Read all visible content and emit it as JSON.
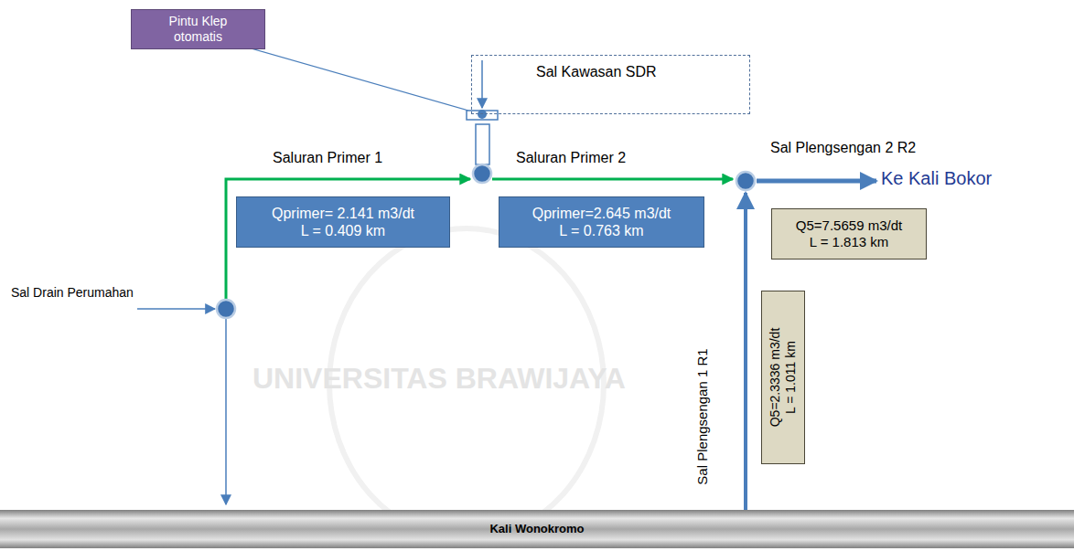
{
  "diagram": {
    "nodes": [
      {
        "text": [
          "Pintu Klep otomatis"
        ]
      },
      {
        "text": [
          "Sal Kawasan SDR"
        ]
      },
      {
        "text": [
          "Qprimer= 2.141 m3/dt L = 0.409 km"
        ]
      },
      {
        "text": [
          "Qprimer=2.645 m3/dt L = 0.763 km"
        ]
      },
      {
        "text": [
          "Q5=7.5659 m3/dt L = 1.813 km"
        ]
      },
      {
        "text": [
          "Q5=2.3336 m3/dt L = 1.011 km"
        ]
      },
      {
        "text": [
          "Kali Wonokromo"
        ]
      }
    ],
    "labels": [
      "Saluran Primer 1",
      "Saluran Primer 2",
      "Sal Plengsengan 2 R2",
      "Ke Kali Bokor",
      "Sal Drain Perumahan",
      "Sal Plengsengan 1 R1",
      "UNIVERSITAS BRAWIJAYA"
    ]
  }
}
